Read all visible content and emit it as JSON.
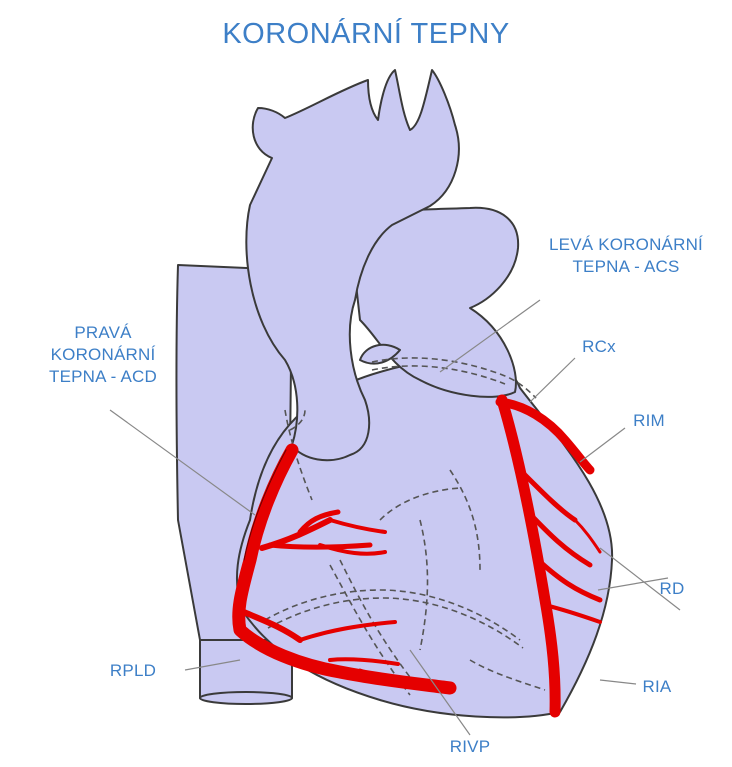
{
  "title": "KORONÁRNÍ TEPNY",
  "labels": {
    "lca_line1": "LEVÁ KORONÁRNÍ",
    "lca_line2": "TEPNA - ACS",
    "rca_line1": "PRAVÁ",
    "rca_line2": "KORONÁRNÍ",
    "rca_line3": "TEPNA - ACD",
    "rcx": "RCx",
    "rim": "RIM",
    "rd": "RD",
    "ria": "RIA",
    "rivp": "RIVP",
    "rpld": "RPLD"
  },
  "colors": {
    "heart_fill": "#c9c9f2",
    "outline": "#3a3a3a",
    "artery": "#e50000",
    "label": "#3d7fc7"
  }
}
